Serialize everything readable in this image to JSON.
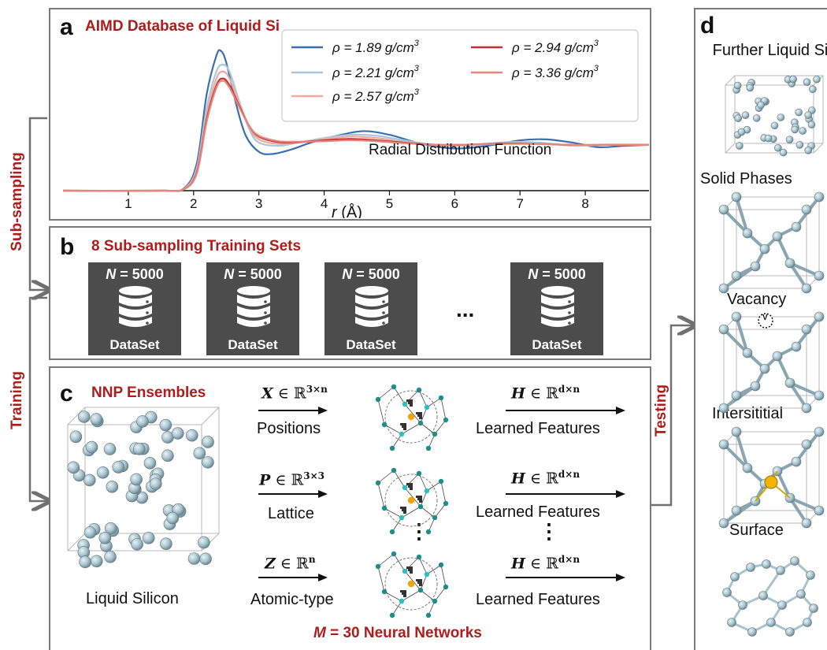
{
  "panel_a": {
    "label": "a",
    "title": "AIMD Database of Liquid Si",
    "plot_title": "Radial Distribution Function",
    "xlabel_prefix": "r",
    "xlabel_suffix": " (Å)",
    "legend": [
      {
        "label": "ρ = 1.89 g/cm",
        "exp": "3",
        "color": "#3b6fb0"
      },
      {
        "label": "ρ = 2.21 g/cm",
        "exp": "3",
        "color": "#a9c8dc"
      },
      {
        "label": "ρ = 2.57 g/cm",
        "exp": "3",
        "color": "#f2a9a0"
      },
      {
        "label": "ρ = 2.94 g/cm",
        "exp": "3",
        "color": "#c43030"
      },
      {
        "label": "ρ = 3.36 g/cm",
        "exp": "3",
        "color": "#e6857c"
      }
    ]
  },
  "chart_data": {
    "type": "line",
    "title": "Radial Distribution Function",
    "xlabel": "r (Å)",
    "ylabel": "",
    "xlim": [
      0,
      9
    ],
    "xticks": [
      1,
      2,
      3,
      4,
      5,
      6,
      7,
      8
    ],
    "ylim": [
      0,
      3.2
    ],
    "legend_position": "top-right",
    "series": [
      {
        "name": "ρ = 1.89 g/cm3",
        "color": "#3b6fb0",
        "x": [
          0,
          1.5,
          1.85,
          2.05,
          2.2,
          2.35,
          2.42,
          2.5,
          2.65,
          2.8,
          3.0,
          3.2,
          3.5,
          3.8,
          4.2,
          4.6,
          5.0,
          5.5,
          6.0,
          6.5,
          7.0,
          7.4,
          7.8,
          8.2,
          8.6,
          9.0
        ],
        "y": [
          0,
          0,
          0.05,
          0.6,
          2.1,
          2.95,
          3.05,
          2.8,
          1.9,
          1.2,
          0.85,
          0.8,
          0.9,
          1.05,
          1.2,
          1.3,
          1.22,
          1.02,
          0.92,
          0.98,
          1.1,
          1.12,
          1.05,
          0.95,
          0.98,
          1.0
        ]
      },
      {
        "name": "ρ = 2.21 g/cm3",
        "color": "#a9c8dc",
        "x": [
          0,
          1.5,
          1.85,
          2.05,
          2.2,
          2.35,
          2.45,
          2.55,
          2.7,
          2.85,
          3.0,
          3.3,
          3.6,
          4.0,
          4.4,
          4.8,
          5.3,
          5.8,
          6.3,
          6.8,
          7.3,
          7.8,
          8.3,
          8.8,
          9.0
        ],
        "y": [
          0,
          0,
          0.04,
          0.5,
          1.8,
          2.6,
          2.75,
          2.6,
          1.95,
          1.35,
          1.05,
          0.98,
          1.05,
          1.15,
          1.22,
          1.2,
          1.08,
          0.98,
          1.0,
          1.06,
          1.05,
          0.98,
          1.0,
          1.0,
          1.0
        ]
      },
      {
        "name": "ρ = 2.57 g/cm3",
        "color": "#f2a9a0",
        "x": [
          0,
          1.5,
          1.85,
          2.05,
          2.2,
          2.35,
          2.45,
          2.55,
          2.7,
          2.85,
          3.0,
          3.3,
          3.6,
          4.0,
          4.4,
          4.8,
          5.3,
          5.8,
          6.3,
          6.8,
          7.3,
          7.8,
          8.3,
          8.8,
          9.0
        ],
        "y": [
          0,
          0,
          0.04,
          0.45,
          1.65,
          2.45,
          2.6,
          2.45,
          1.9,
          1.4,
          1.12,
          1.02,
          1.05,
          1.12,
          1.18,
          1.15,
          1.05,
          0.99,
          1.01,
          1.04,
          1.03,
          0.99,
          1.0,
          1.0,
          1.0
        ]
      },
      {
        "name": "ρ = 2.94 g/cm3",
        "color": "#c43030",
        "x": [
          0,
          1.5,
          1.85,
          2.05,
          2.2,
          2.35,
          2.45,
          2.55,
          2.7,
          2.85,
          3.0,
          3.3,
          3.6,
          4.0,
          4.4,
          4.8,
          5.3,
          5.8,
          6.3,
          6.8,
          7.3,
          7.8,
          8.3,
          8.8,
          9.0
        ],
        "y": [
          0,
          0,
          0.03,
          0.4,
          1.55,
          2.3,
          2.45,
          2.3,
          1.85,
          1.42,
          1.18,
          1.06,
          1.06,
          1.1,
          1.13,
          1.1,
          1.04,
          1.0,
          1.01,
          1.03,
          1.02,
          1.0,
          1.0,
          1.0,
          1.0
        ]
      },
      {
        "name": "ρ = 3.36 g/cm3",
        "color": "#e6857c",
        "x": [
          0,
          1.5,
          1.85,
          2.05,
          2.2,
          2.35,
          2.45,
          2.55,
          2.7,
          2.85,
          3.0,
          3.3,
          3.6,
          4.0,
          4.4,
          4.8,
          5.3,
          5.8,
          6.3,
          6.8,
          7.3,
          7.8,
          8.3,
          8.8,
          9.0
        ],
        "y": [
          0,
          0,
          0.03,
          0.38,
          1.5,
          2.25,
          2.4,
          2.25,
          1.82,
          1.42,
          1.2,
          1.08,
          1.07,
          1.08,
          1.1,
          1.08,
          1.03,
          1.0,
          1.01,
          1.02,
          1.02,
          1.0,
          1.0,
          1.0,
          1.0
        ]
      }
    ]
  },
  "panel_b": {
    "label": "b",
    "title": "8 Sub-sampling Training Sets",
    "datasets": [
      {
        "n_prefix": "N",
        "n_value": " = 5000",
        "label": "DataSet"
      },
      {
        "n_prefix": "N",
        "n_value": " = 5000",
        "label": "DataSet"
      },
      {
        "n_prefix": "N",
        "n_value": " = 5000",
        "label": "DataSet"
      },
      {
        "n_prefix": "N",
        "n_value": " = 5000",
        "label": "DataSet"
      }
    ],
    "ellipsis": "..."
  },
  "panel_c": {
    "label": "c",
    "title": "NNP Ensembles",
    "structure_caption": "Liquid Silicon",
    "inputs": [
      {
        "var": "X",
        "rel": " ∈ ℝ",
        "sup": "3×n",
        "caption": "Positions"
      },
      {
        "var": "P",
        "rel": " ∈ ℝ",
        "sup": "3×3",
        "caption": "Lattice"
      },
      {
        "var": "Z",
        "rel": " ∈ ℝ",
        "sup": "n",
        "caption": "Atomic-type"
      }
    ],
    "outputs": [
      {
        "var": "H",
        "rel": " ∈ ℝ",
        "sup": "d×n",
        "caption": "Learned Features"
      },
      {
        "var": "H",
        "rel": " ∈ ℝ",
        "sup": "d×n",
        "caption": "Learned Features"
      },
      {
        "var": "H",
        "rel": " ∈ ℝ",
        "sup": "d×n",
        "caption": "Learned Features"
      }
    ],
    "vdots": "⋮",
    "footer_prefix": "M",
    "footer_suffix": " = 30 Neural Networks"
  },
  "panel_d": {
    "label": "d",
    "items": [
      "Further Liquid Si",
      "Solid Phases",
      "Vacancy",
      "Intersititial",
      "Surface"
    ],
    "vacancy_mark": "V"
  },
  "side_labels": {
    "sub_sampling": "Sub-sampling",
    "training": "Training",
    "testing": "Testing"
  },
  "colors": {
    "accent_red": "#b01c1c",
    "panel_border": "#7a7a7a",
    "atom": "#a9c4cf",
    "dataset_bg": "#4c4c4c",
    "node_teal": "#1f8c8a",
    "node_cyan": "#27c1c4",
    "node_orange": "#f0a500"
  }
}
